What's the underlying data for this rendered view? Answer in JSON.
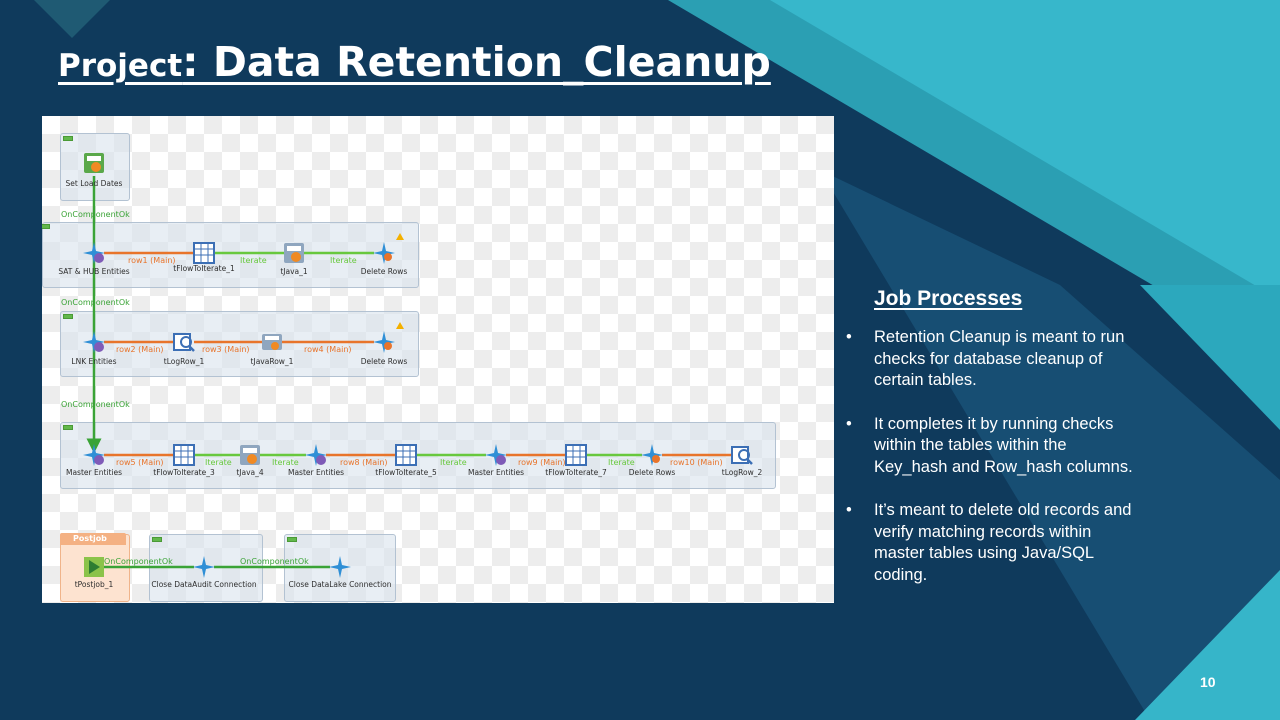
{
  "slide": {
    "title_prefix": "Project",
    "title_main": ": Data Retention_Cleanup",
    "page_number": "10"
  },
  "colors": {
    "background": "#0f3a5c",
    "accent_teal": "#2db3c8",
    "trigger_link": "#3aa336",
    "main_link": "#e8742b",
    "iterate_link": "#68c83e"
  },
  "job": {
    "triggers": [
      "OnComponentOk",
      "OnComponentOk",
      "OnComponentOk"
    ],
    "subjob0": {
      "node": "Set Load Dates"
    },
    "subjob1": {
      "nodes": [
        "SAT & HUB Entities",
        "tFlowToIterate_1",
        "tJava_1",
        "Delete Rows"
      ],
      "links": [
        "row1 (Main)",
        "Iterate",
        "Iterate"
      ]
    },
    "subjob2": {
      "nodes": [
        "LNK Entities",
        "tLogRow_1",
        "tJavaRow_1",
        "Delete Rows"
      ],
      "links": [
        "row2 (Main)",
        "row3 (Main)",
        "row4 (Main)"
      ]
    },
    "subjob3": {
      "nodes": [
        "Master Entities",
        "tFlowToIterate_3",
        "tJava_4",
        "Master Entities",
        "tFlowToIterate_5",
        "Master Entities",
        "tFlowToIterate_7",
        "Delete Rows",
        "tLogRow_2"
      ],
      "links": [
        "row5 (Main)",
        "Iterate",
        "Iterate",
        "row8 (Main)",
        "Iterate",
        "row9 (Main)",
        "Iterate",
        "row10 (Main)"
      ]
    },
    "postjob": {
      "title": "Postjob",
      "nodes": [
        "tPostjob_1",
        "Close DataAudit Connection",
        "Close DataLake Connection"
      ],
      "links": [
        "OnComponentOk",
        "OnComponentOk"
      ]
    }
  },
  "sidebar": {
    "title": "Job Processes",
    "bullet_char": "•",
    "bullets": [
      "Retention Cleanup is meant to run checks for database cleanup of certain tables.",
      "It completes it by running checks within the tables within the Key_hash and Row_hash columns.",
      "It’s meant to delete old records and verify matching records within master tables using Java/SQL coding."
    ]
  }
}
